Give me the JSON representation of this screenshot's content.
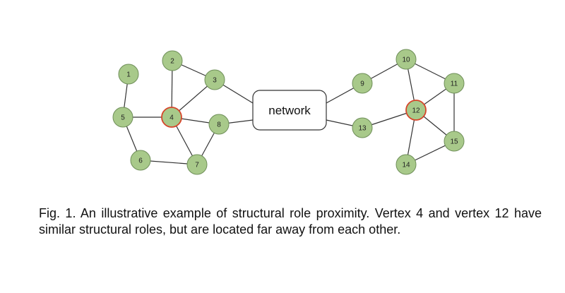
{
  "colors": {
    "node_fill": "#a8c98a",
    "node_stroke": "#6f8f59",
    "highlight_stroke": "#d6452a",
    "edge": "#333333",
    "box_stroke": "#333333"
  },
  "network_box": {
    "label": "network"
  },
  "nodes": [
    {
      "id": "1",
      "label": "1",
      "highlight": false
    },
    {
      "id": "2",
      "label": "2",
      "highlight": false
    },
    {
      "id": "3",
      "label": "3",
      "highlight": false
    },
    {
      "id": "4",
      "label": "4",
      "highlight": true
    },
    {
      "id": "5",
      "label": "5",
      "highlight": false
    },
    {
      "id": "6",
      "label": "6",
      "highlight": false
    },
    {
      "id": "7",
      "label": "7",
      "highlight": false
    },
    {
      "id": "8",
      "label": "8",
      "highlight": false
    },
    {
      "id": "9",
      "label": "9",
      "highlight": false
    },
    {
      "id": "10",
      "label": "10",
      "highlight": false
    },
    {
      "id": "11",
      "label": "11",
      "highlight": false
    },
    {
      "id": "12",
      "label": "12",
      "highlight": true
    },
    {
      "id": "13",
      "label": "13",
      "highlight": false
    },
    {
      "id": "14",
      "label": "14",
      "highlight": false
    },
    {
      "id": "15",
      "label": "15",
      "highlight": false
    }
  ],
  "edges": [
    [
      "1",
      "5"
    ],
    [
      "5",
      "4"
    ],
    [
      "5",
      "6"
    ],
    [
      "6",
      "7"
    ],
    [
      "4",
      "2"
    ],
    [
      "4",
      "3"
    ],
    [
      "4",
      "8"
    ],
    [
      "4",
      "7"
    ],
    [
      "2",
      "3"
    ],
    [
      "8",
      "7"
    ],
    [
      "3",
      "network"
    ],
    [
      "8",
      "network"
    ],
    [
      "network",
      "9"
    ],
    [
      "network",
      "13"
    ],
    [
      "9",
      "10"
    ],
    [
      "10",
      "12"
    ],
    [
      "10",
      "11"
    ],
    [
      "11",
      "15"
    ],
    [
      "12",
      "11"
    ],
    [
      "12",
      "15"
    ],
    [
      "12",
      "14"
    ],
    [
      "12",
      "13"
    ],
    [
      "14",
      "15"
    ]
  ],
  "caption": "Fig. 1. An illustrative example of structural role proximity. Vertex 4 and vertex 12 have similar structural roles, but are located far away from each other."
}
